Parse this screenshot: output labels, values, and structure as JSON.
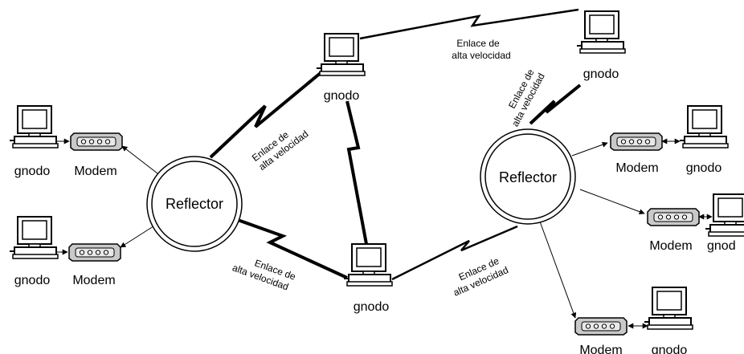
{
  "colors": {
    "line": "#000000",
    "background": "#ffffff",
    "modem_fill": "#c9c9c9",
    "screen_fill": "#ffffff"
  },
  "icons": {
    "computer": "computer-icon",
    "modem": "modem-icon",
    "reflector": "reflector-circle"
  },
  "reflectors": {
    "left": "Reflector",
    "right": "Reflector"
  },
  "nodes": {
    "top_center": "gnodo",
    "top_right": "gnodo",
    "bottom_center": "gnodo",
    "left_top": "gnodo",
    "left_bottom": "gnodo",
    "right_1": "gnodo",
    "right_2": "gnod",
    "right_3": "gnodo"
  },
  "modems": {
    "left_top": "Modem",
    "left_bottom": "Modem",
    "right_1": "Modem",
    "right_2": "Modem",
    "right_3": "Modem"
  },
  "links": {
    "top": [
      "Enlace de",
      "alta velocidad"
    ],
    "right_diag": [
      "Enlace de",
      "alta velocidad"
    ],
    "left_mid": [
      "Enlace de",
      "alta velocidad"
    ],
    "left_bottom": [
      "Enlace de",
      "alta velocidad"
    ],
    "right_bottom": [
      "Enlace de",
      "alta velocidad"
    ]
  }
}
